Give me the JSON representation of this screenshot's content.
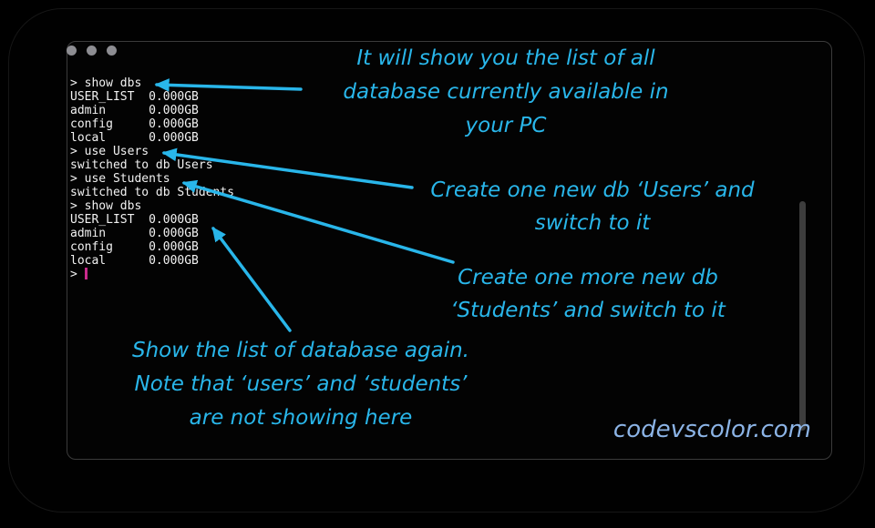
{
  "window": {
    "type": "terminal",
    "dot_count": 3,
    "dot_color": "#8d8d92"
  },
  "terminal": {
    "lines": [
      "> show dbs",
      "USER_LIST  0.000GB",
      "admin      0.000GB",
      "config     0.000GB",
      "local      0.000GB",
      "> use Users",
      "switched to db Users",
      "> use Students",
      "switched to db Students",
      "> show dbs",
      "USER_LIST  0.000GB",
      "admin      0.000GB",
      "config     0.000GB",
      "local      0.000GB"
    ],
    "prompt_line": "> ",
    "cursor_color": "#ca2a8c",
    "text_color": "#f2f2f2"
  },
  "annotations": {
    "show_dbs_note": {
      "line1": "It will show you the list of all",
      "line2": "database currently available in",
      "line3": "your PC"
    },
    "use_users_note": {
      "line1": "Create one new db ‘Users’ and",
      "line2": "switch to it"
    },
    "use_students_note": {
      "line1": "Create one more new db",
      "line2": "‘Students’ and switch to it"
    },
    "show_again_note": {
      "line1": "Show the list of database again.",
      "line2": "Note that ‘users’ and ‘students’",
      "line3": "are not showing here"
    },
    "watermark": "codevscolor.com"
  },
  "icons": {
    "arrow": "cyan-annotation-arrow",
    "window_dot": "gray-circle-window-button",
    "scrollbar": "vertical-scrollbar-thumb"
  },
  "colors": {
    "annotation_cyan": "#29b6ea",
    "watermark_blue": "#8cb4e6",
    "cursor_magenta": "#ca2a8c",
    "window_border": "#3b3b3b",
    "scrollbar_gray": "#3d3d3d",
    "frame_black": "#010101"
  }
}
